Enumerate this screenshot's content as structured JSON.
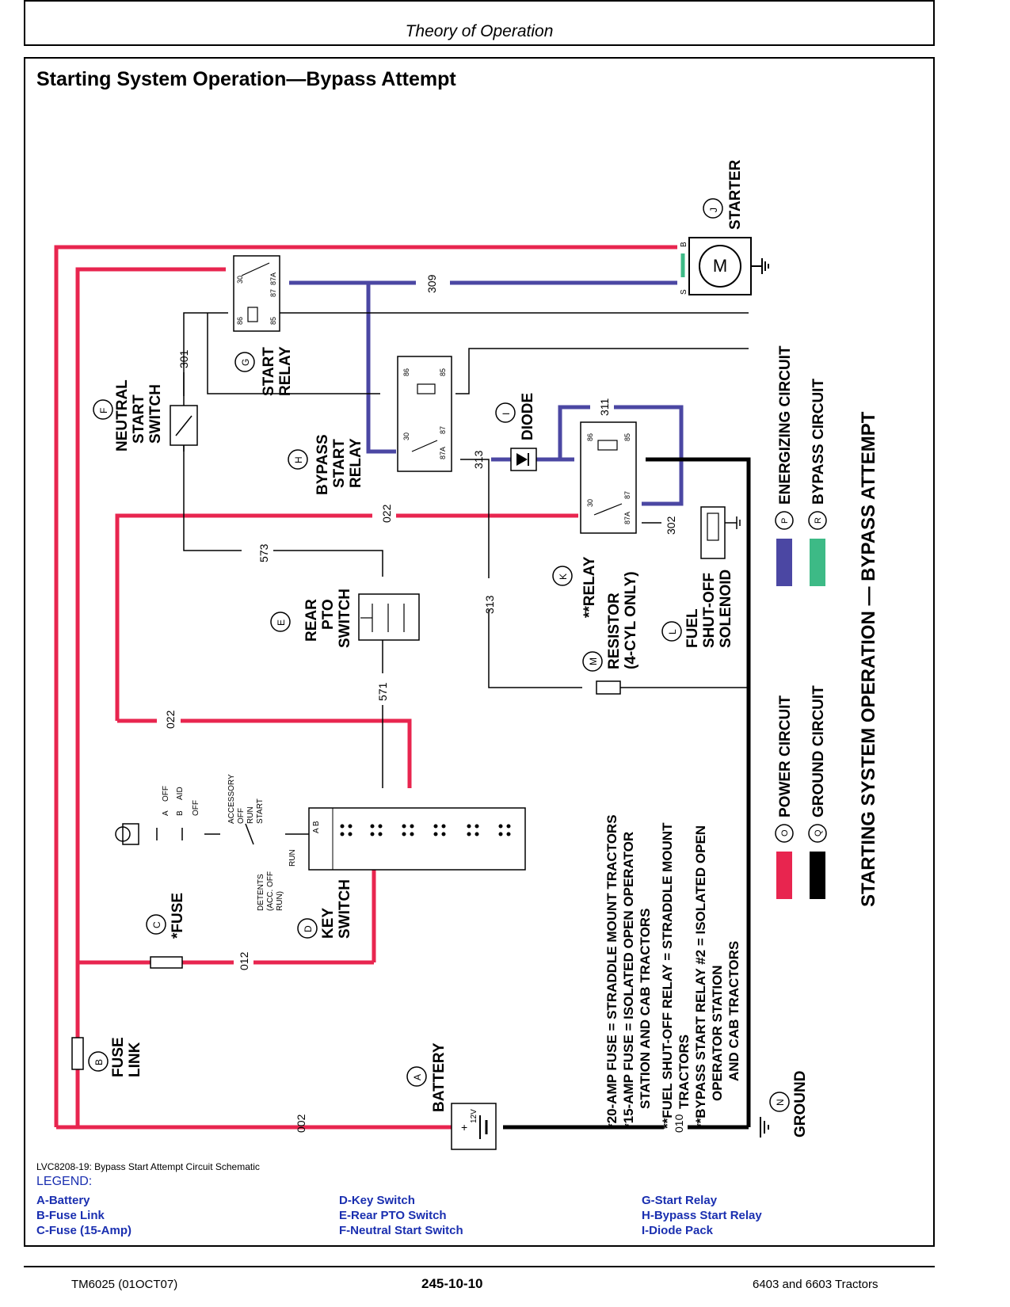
{
  "header": {
    "title": "Theory of Operation"
  },
  "section_title": "Starting System Operation—Bypass Attempt",
  "diagram": {
    "components": {
      "A": {
        "letter": "A",
        "name": "BATTERY",
        "rating": "12V"
      },
      "B": {
        "letter": "B",
        "name_lines": [
          "FUSE",
          "LINK"
        ]
      },
      "C": {
        "letter": "C",
        "name": "*FUSE"
      },
      "D": {
        "letter": "D",
        "name_lines": [
          "KEY",
          "SWITCH"
        ]
      },
      "E": {
        "letter": "E",
        "name_lines": [
          "REAR",
          "PTO",
          "SWITCH"
        ]
      },
      "F": {
        "letter": "F",
        "name_lines": [
          "NEUTRAL",
          "START",
          "SWITCH"
        ]
      },
      "G": {
        "letter": "G",
        "name_lines": [
          "START",
          "RELAY"
        ]
      },
      "H": {
        "letter": "H",
        "name_lines": [
          "BYPASS",
          "START",
          "RELAY"
        ]
      },
      "I": {
        "letter": "I",
        "name": "DIODE"
      },
      "J": {
        "letter": "J",
        "name": "STARTER"
      },
      "K": {
        "letter": "K",
        "name": "**RELAY"
      },
      "L": {
        "letter": "L",
        "name_lines": [
          "FUEL",
          "SHUT-OFF",
          "SOLENOID"
        ]
      },
      "M": {
        "letter": "M",
        "name_lines": [
          "RESISTOR",
          "(4-CYL ONLY)"
        ]
      },
      "N": {
        "letter": "N",
        "name": "GROUND"
      }
    },
    "wires": [
      "002",
      "010",
      "012",
      "022",
      "022",
      "301",
      "302",
      "309",
      "311",
      "313",
      "313",
      "571",
      "573"
    ],
    "relay_pins": [
      "30",
      "87A",
      "87",
      "86",
      "85"
    ],
    "key_switch_positions": {
      "left": [
        "A",
        "B"
      ],
      "left_labels": [
        "OFF",
        "AID",
        "OFF"
      ],
      "right": [
        "ACCESSORY",
        "OFF",
        "RUN",
        "START"
      ],
      "run": "RUN",
      "detents": [
        "DETENTS",
        "(ACC. OFF",
        "RUN)"
      ],
      "terminals": "A B"
    },
    "starter_terminals": [
      "B",
      "S"
    ],
    "notes": [
      "*20-AMP FUSE = STRADDLE MOUNT TRACTORS",
      "*15-AMP FUSE = ISOLATED OPEN OPERATOR",
      "STATION AND CAB TRACTORS",
      "**FUEL SHUT-OFF RELAY = STRADDLE MOUNT",
      "TRACTORS",
      "**BYPASS START RELAY #2 = ISOLATED OPEN",
      "OPERATOR STATION",
      "AND CAB TRACTORS"
    ],
    "circuit_legend": [
      {
        "letter": "O",
        "label": "POWER CIRCUIT",
        "color": "#e8254f"
      },
      {
        "letter": "P",
        "label": "ENERGIZING CIRCUIT",
        "color": "#4b47a3"
      },
      {
        "letter": "Q",
        "label": "GROUND CIRCUIT",
        "color": "#000000"
      },
      {
        "letter": "R",
        "label": "BYPASS CIRCUIT",
        "color": "#3dba86"
      }
    ],
    "big_title": "STARTING SYSTEM OPERATION — BYPASS ATTEMPT",
    "colors": {
      "power": "#e8254f",
      "energizing": "#4b47a3",
      "ground": "#000000",
      "bypass": "#3dba86"
    }
  },
  "caption": "LVC8208-19: Bypass Start Attempt Circuit Schematic",
  "legend": {
    "heading": "LEGEND:",
    "col1": [
      "A-Battery",
      "B-Fuse Link",
      "C-Fuse (15-Amp)"
    ],
    "col2": [
      "D-Key Switch",
      "E-Rear PTO Switch",
      "F-Neutral Start Switch"
    ],
    "col3": [
      "G-Start Relay",
      "H-Bypass Start Relay",
      "I-Diode Pack"
    ]
  },
  "footer": {
    "left": "TM6025 (01OCT07)",
    "center": "245-10-10",
    "right": "6403 and 6603 Tractors"
  }
}
